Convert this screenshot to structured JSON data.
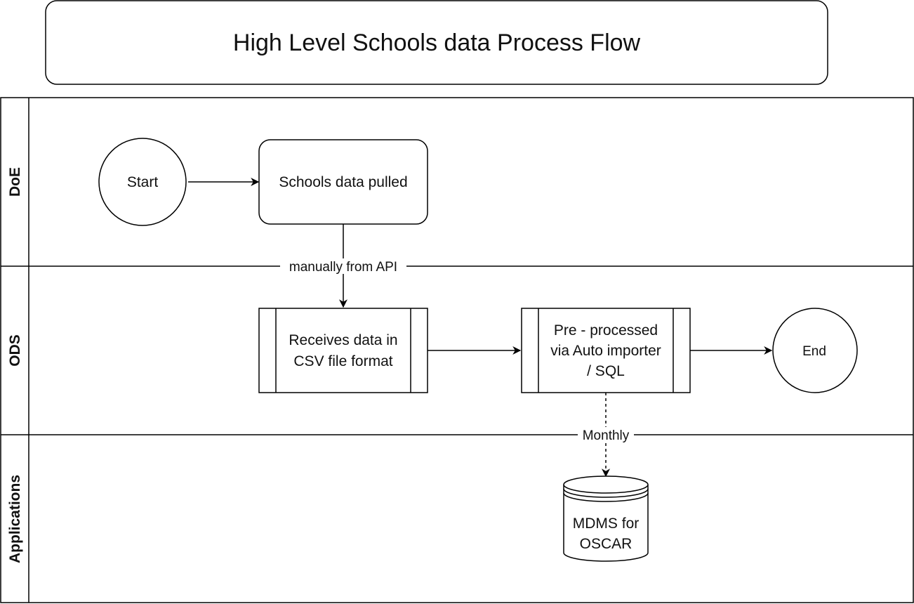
{
  "title": "High Level Schools data Process Flow",
  "lanes": [
    {
      "id": "doe",
      "label": "DoE"
    },
    {
      "id": "ods",
      "label": "ODS"
    },
    {
      "id": "apps",
      "label": "Applications"
    }
  ],
  "nodes": {
    "start": {
      "label": "Start",
      "shape": "circle"
    },
    "pulled": {
      "label": "Schools data pulled",
      "shape": "rounded-rect"
    },
    "receives": {
      "line1": "Receives data in",
      "line2": "CSV file format",
      "shape": "subprocess"
    },
    "preprocessed": {
      "line1": "Pre - processed",
      "line2": "via Auto importer",
      "line3": "/ SQL",
      "shape": "subprocess"
    },
    "end": {
      "label": "End",
      "shape": "circle"
    },
    "mdms": {
      "line1": "MDMS for",
      "line2": "OSCAR",
      "shape": "database"
    }
  },
  "edges": [
    {
      "from": "start",
      "to": "pulled",
      "label": "",
      "style": "solid"
    },
    {
      "from": "pulled",
      "to": "receives",
      "label": "manually from API",
      "style": "solid"
    },
    {
      "from": "receives",
      "to": "preprocessed",
      "label": "",
      "style": "solid"
    },
    {
      "from": "preprocessed",
      "to": "end",
      "label": "",
      "style": "solid"
    },
    {
      "from": "preprocessed",
      "to": "mdms",
      "label": "Monthly",
      "style": "dashed"
    }
  ]
}
